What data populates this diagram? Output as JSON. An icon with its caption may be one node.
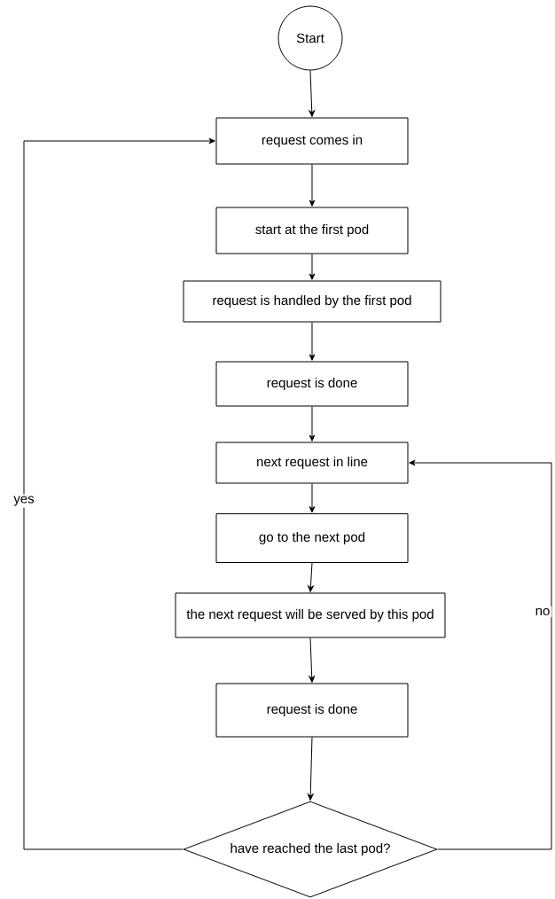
{
  "diagram": {
    "nodes": [
      {
        "text": [
          "Start"
        ]
      },
      {
        "text": [
          "request comes in"
        ]
      },
      {
        "text": [
          "start at the first pod"
        ]
      },
      {
        "text": [
          "request is handled by the first pod"
        ]
      },
      {
        "text": [
          "request is done"
        ]
      },
      {
        "text": [
          "next request in line"
        ]
      },
      {
        "text": [
          "go to the next pod"
        ]
      },
      {
        "text": [
          "the next request will be served by this pod"
        ]
      },
      {
        "text": [
          "request is done"
        ]
      },
      {
        "text": [
          "have reached the last pod?"
        ]
      }
    ],
    "edges": [
      {
        "from": 0,
        "to": 1,
        "arrow": "to"
      },
      {
        "from": 1,
        "to": 2,
        "arrow": "to"
      },
      {
        "from": 2,
        "to": 3,
        "arrow": "to"
      },
      {
        "from": 3,
        "to": 4,
        "arrow": "to"
      },
      {
        "from": 4,
        "to": 5,
        "arrow": "to"
      },
      {
        "from": 5,
        "to": 6,
        "arrow": "to"
      },
      {
        "from": 6,
        "to": 7,
        "arrow": "to"
      },
      {
        "from": 7,
        "to": 8,
        "arrow": "to"
      },
      {
        "from": 8,
        "to": 9,
        "arrow": "to"
      },
      {
        "from": 9,
        "to": 1,
        "arrow": "to",
        "label": "yes"
      },
      {
        "from": 9,
        "to": 5,
        "arrow": "to",
        "label": "no"
      }
    ]
  }
}
